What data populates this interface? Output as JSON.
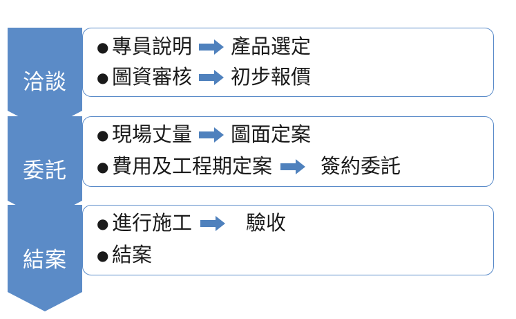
{
  "colors": {
    "chevron": "#5b8bc7",
    "box_border": "#5a8bc9",
    "arrow": "#4f81bd",
    "text": "#1a1a1a"
  },
  "phases": [
    {
      "label": "洽談",
      "items": [
        {
          "text": "專員說明",
          "arrow": true,
          "target": "產品選定"
        },
        {
          "text": "圖資審核",
          "arrow": true,
          "target": "初步報價"
        }
      ]
    },
    {
      "label": "委託",
      "items": [
        {
          "text": "現場丈量",
          "arrow": true,
          "target": "圖面定案"
        },
        {
          "text": "費用及工程期定案",
          "arrow": true,
          "target": "簽約委託"
        }
      ]
    },
    {
      "label": "結案",
      "items": [
        {
          "text": "進行施工",
          "arrow": true,
          "target": "驗收"
        },
        {
          "text": "結案",
          "arrow": false,
          "target": ""
        }
      ]
    }
  ]
}
